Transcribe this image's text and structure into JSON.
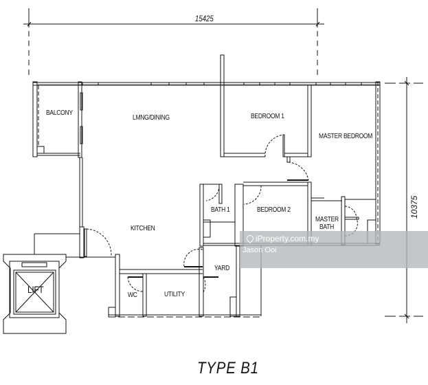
{
  "plan": {
    "title": "TYPE B1",
    "dimensions": {
      "width": "15425",
      "depth": "10375"
    },
    "rooms": [
      {
        "id": "balcony",
        "label": "BALCONY"
      },
      {
        "id": "living",
        "label": "LMNG/DINING"
      },
      {
        "id": "bedroom1",
        "label": "BEDROOM 1"
      },
      {
        "id": "master",
        "label": "MASTER BEDROOM"
      },
      {
        "id": "bath1",
        "label": "BATH 1"
      },
      {
        "id": "bedroom2",
        "label": "BEDROOM 2"
      },
      {
        "id": "masterbath1",
        "label": "MASTER"
      },
      {
        "id": "masterbath2",
        "label": "BATH"
      },
      {
        "id": "kitchen",
        "label": "KITCHEN"
      },
      {
        "id": "yard",
        "label": "YARD"
      },
      {
        "id": "wc",
        "label": "WC"
      },
      {
        "id": "utility",
        "label": "UTILITY"
      },
      {
        "id": "lift",
        "label": "LIFT"
      }
    ]
  },
  "watermark": {
    "site": "iProperty.com.my",
    "agent": "Jason Ooi"
  },
  "colors": {
    "line": "#111111",
    "watermark_bg": "#b4b7ba",
    "watermark_text": "#ffffff"
  }
}
